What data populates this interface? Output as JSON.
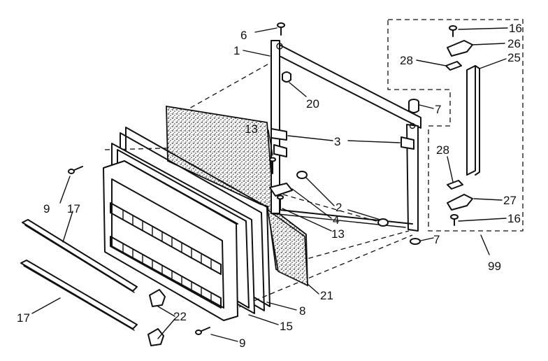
{
  "callouts": [
    {
      "id": "c6",
      "text": "6"
    },
    {
      "id": "c1",
      "text": "1"
    },
    {
      "id": "c20",
      "text": "20"
    },
    {
      "id": "c13a",
      "text": "13"
    },
    {
      "id": "c3",
      "text": "3"
    },
    {
      "id": "c2",
      "text": "2"
    },
    {
      "id": "c4",
      "text": "4"
    },
    {
      "id": "c13b",
      "text": "13"
    },
    {
      "id": "c9a",
      "text": "9"
    },
    {
      "id": "c17a",
      "text": "17"
    },
    {
      "id": "c17b",
      "text": "17"
    },
    {
      "id": "c22",
      "text": "22"
    },
    {
      "id": "c15",
      "text": "15"
    },
    {
      "id": "c8",
      "text": "8"
    },
    {
      "id": "c21",
      "text": "21"
    },
    {
      "id": "c9b",
      "text": "9"
    },
    {
      "id": "c7a",
      "text": "7"
    },
    {
      "id": "c7b",
      "text": "7"
    },
    {
      "id": "c16a",
      "text": "16"
    },
    {
      "id": "c26",
      "text": "26"
    },
    {
      "id": "c28a",
      "text": "28"
    },
    {
      "id": "c25",
      "text": "25"
    },
    {
      "id": "c28b",
      "text": "28"
    },
    {
      "id": "c27",
      "text": "27"
    },
    {
      "id": "c16b",
      "text": "16"
    },
    {
      "id": "c99",
      "text": "99"
    }
  ]
}
